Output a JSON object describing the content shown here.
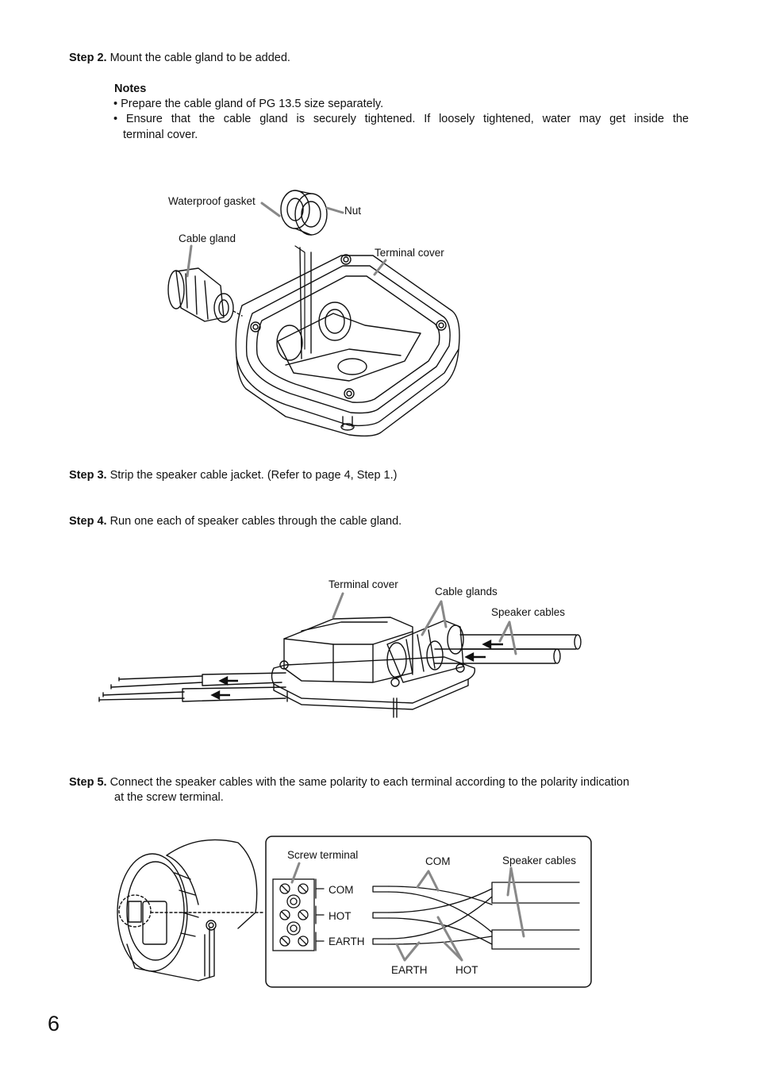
{
  "step2": {
    "label": "Step 2.",
    "text": "Mount the cable gland to be added."
  },
  "notes": {
    "title": "Notes",
    "item1": "• Prepare the cable gland of PG 13.5 size separately.",
    "item2_line1": "• Ensure that the cable gland is securely tightened. If loosely tightened, water may get inside the",
    "item2_line2": "terminal cover."
  },
  "fig1": {
    "waterproof_gasket": "Waterproof gasket",
    "nut": "Nut",
    "cable_gland": "Cable gland",
    "terminal_cover": "Terminal cover"
  },
  "step3": {
    "label": "Step 3.",
    "text": "Strip the speaker cable jacket. (Refer to page 4, Step 1.)"
  },
  "step4": {
    "label": "Step 4.",
    "text": "Run one each of speaker cables through the cable gland."
  },
  "fig2": {
    "terminal_cover": "Terminal cover",
    "cable_glands": "Cable glands",
    "speaker_cables": "Speaker cables"
  },
  "step5": {
    "label": "Step 5.",
    "line1": "Connect the speaker cables with the same polarity to each terminal according to the polarity indication",
    "line2": "at the screw terminal."
  },
  "fig3": {
    "screw_terminal": "Screw terminal",
    "com_top": "COM",
    "speaker_cables": "Speaker cables",
    "com": "COM",
    "hot": "HOT",
    "earth": "EARTH",
    "earth_bottom": "EARTH",
    "hot_bottom": "HOT"
  },
  "page_number": "6"
}
